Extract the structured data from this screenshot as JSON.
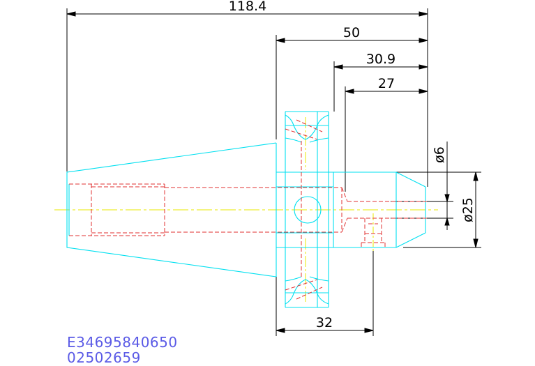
{
  "drawing": {
    "dimensions": {
      "overall_length": "118.4",
      "length_50": "50",
      "length_30_9": "30.9",
      "length_27": "27",
      "diameter_6": "ø6",
      "diameter_25": "ø25",
      "flange_length": "32"
    },
    "part_code": "E34695840650",
    "part_number": "02502659",
    "colors": {
      "outline": "#00e0f0",
      "hidden": "#e03030",
      "centerline": "#e8e800",
      "dimension": "#000000",
      "text_code": "#5a5ae6"
    }
  }
}
